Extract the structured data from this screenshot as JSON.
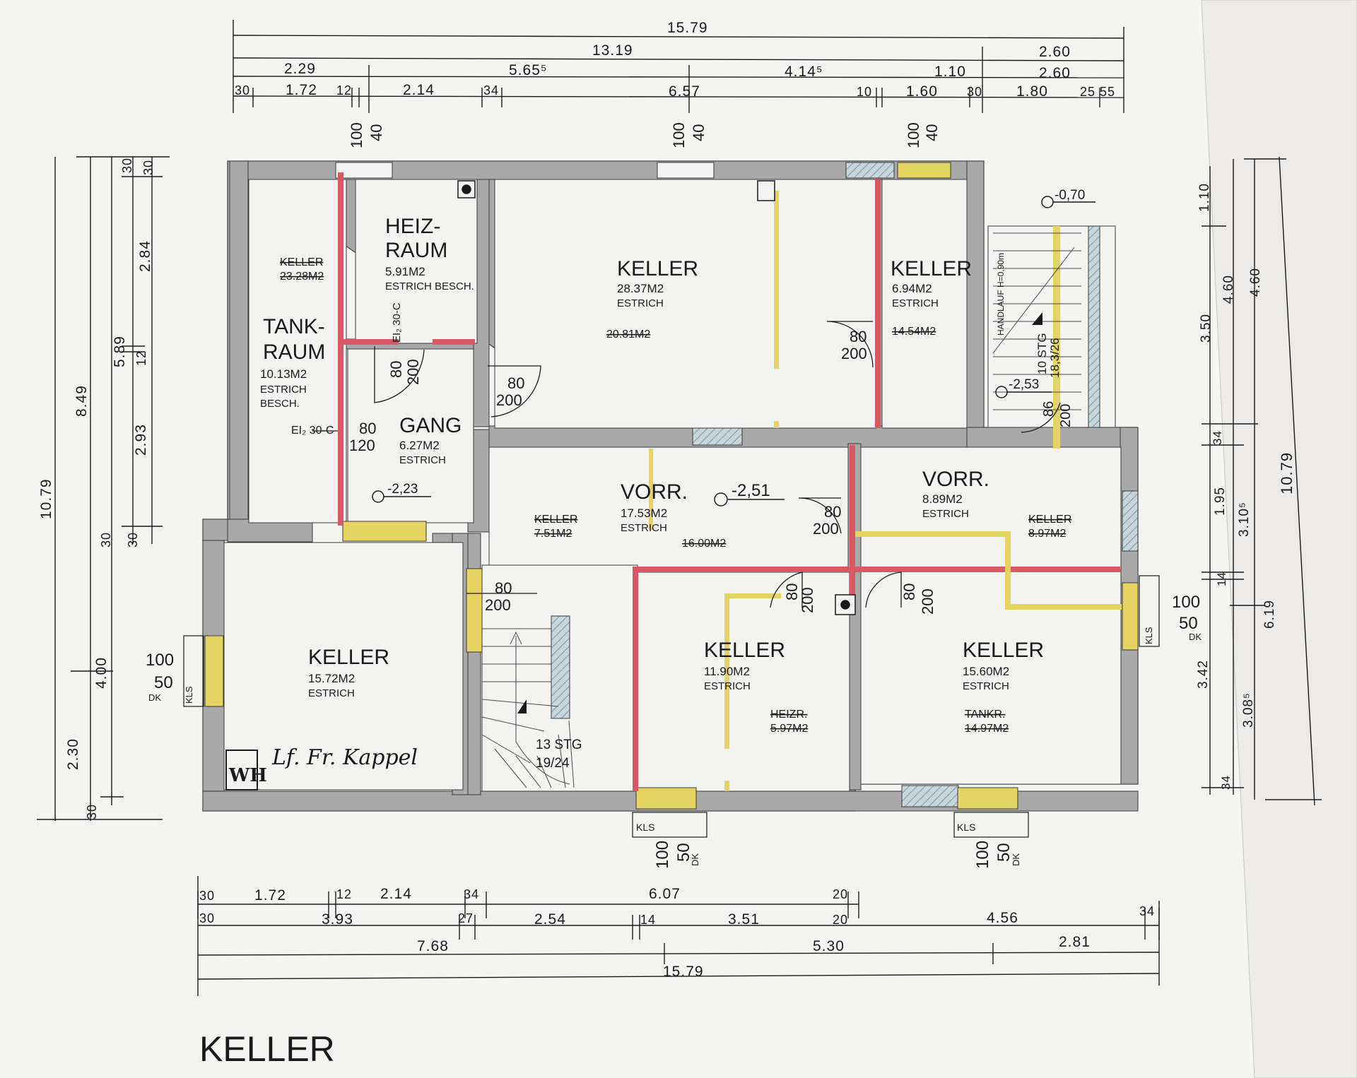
{
  "plan_title": "KELLER",
  "signature": "Lf. Fr. Kappel",
  "stamp": "WH",
  "colors": {
    "wall": "#a9a9a9",
    "new_wall": "#d95866",
    "demolish": "#e4d562",
    "paper": "#f3f3f1",
    "hatch": "#b9c9cf"
  },
  "dims_top": {
    "overall": "15.79",
    "row1": [
      "13.19",
      "2.60"
    ],
    "row2": [
      "2.29",
      "5.65⁵",
      "4.14⁵",
      "1.10",
      "2.60"
    ],
    "row3": [
      "30",
      "1.72",
      "12",
      "2.14",
      "34",
      "6.57",
      "10",
      "1.60",
      "30",
      "1.80",
      "25",
      "55"
    ]
  },
  "dims_bottom": {
    "row1": [
      "30",
      "1.72",
      "12",
      "2.14",
      "34",
      "6.07",
      "20"
    ],
    "row2": [
      "30",
      "3.93",
      "27",
      "2.54",
      "14",
      "3.51",
      "20",
      "4.56",
      "34"
    ],
    "row3": [
      "7.68",
      "5.30",
      "2.81"
    ],
    "overall": "15.79"
  },
  "dims_left": {
    "overall": "10.79",
    "col2": [
      "8.49",
      "2.30",
      "30"
    ],
    "col3": [
      "5.89",
      "4.00"
    ],
    "col4": [
      "30",
      "2.84",
      "12",
      "2.93",
      "30"
    ],
    "col5": [
      "30",
      "30"
    ]
  },
  "dims_right": {
    "overall": "10.79",
    "col1": [
      "1.10",
      "3.50",
      "34",
      "1.95",
      "14",
      "3.42",
      "34"
    ],
    "col2": [
      "4.60",
      "3.10⁵",
      "3.08⁵"
    ],
    "col3": [
      "4.60",
      "6.19"
    ]
  },
  "rooms": [
    {
      "name": "HEIZ-",
      "name2": "RAUM",
      "area": "5.91M2",
      "floor": "ESTRICH BESCH."
    },
    {
      "name": "KELLER",
      "area": "28.37M2",
      "floor": "ESTRICH",
      "old": "20.81M2"
    },
    {
      "name": "KELLER",
      "area": "6.94M2",
      "floor": "ESTRICH",
      "old": "14.54M2"
    },
    {
      "name": "TANK-",
      "name2": "RAUM",
      "area": "10.13M2",
      "floor": "ESTRICH",
      "floor2": "BESCH.",
      "old_name": "KELLER",
      "old": "23.28M2"
    },
    {
      "name": "GANG",
      "area": "6.27M2",
      "floor": "ESTRICH"
    },
    {
      "name": "VORR.",
      "area": "17.53M2",
      "floor": "ESTRICH",
      "old_name": "KELLER",
      "old_name_area": "7.51M2",
      "old": "16.00M2"
    },
    {
      "name": "VORR.",
      "area": "8.89M2",
      "floor": "ESTRICH",
      "old_name": "KELLER",
      "old": "8.97M2"
    },
    {
      "name": "KELLER",
      "area": "15.72M2",
      "floor": "ESTRICH"
    },
    {
      "name": "KELLER",
      "area": "11.90M2",
      "floor": "ESTRICH",
      "old_name": "HEIZR.",
      "old": "5.97M2"
    },
    {
      "name": "KELLER",
      "area": "15.60M2",
      "floor": "ESTRICH",
      "old_name": "TANKR.",
      "old": "14.97M2"
    }
  ],
  "levels": [
    "-0,70",
    "-2,53",
    "-2,51",
    "-2,23"
  ],
  "doors": [
    {
      "w": "80",
      "h": "200"
    },
    {
      "w": "80",
      "h": "200"
    },
    {
      "w": "80",
      "h": "200"
    },
    {
      "w": "80",
      "h": "120"
    },
    {
      "w": "80",
      "h": "200"
    },
    {
      "w": "80",
      "h": "200"
    },
    {
      "w": "80",
      "h": "200"
    },
    {
      "w": "80",
      "h": "200"
    },
    {
      "w": "86",
      "h": "200"
    }
  ],
  "windows_top": [
    {
      "h": "100",
      "w": "40"
    },
    {
      "h": "100",
      "w": "40"
    },
    {
      "h": "100",
      "w": "40"
    }
  ],
  "windows_side": [
    {
      "w": "100",
      "h": "50",
      "note": "DK",
      "kls": "KLS"
    }
  ],
  "fire_ratings": [
    "EI₂ 30-C",
    "EI₂ 30-C"
  ],
  "stairs": [
    {
      "count": "13 STG",
      "ratio": "19/24"
    },
    {
      "count": "10 STG",
      "ratio": "18,3/26"
    }
  ],
  "handrail": "HANDLAUF H=0,90m"
}
